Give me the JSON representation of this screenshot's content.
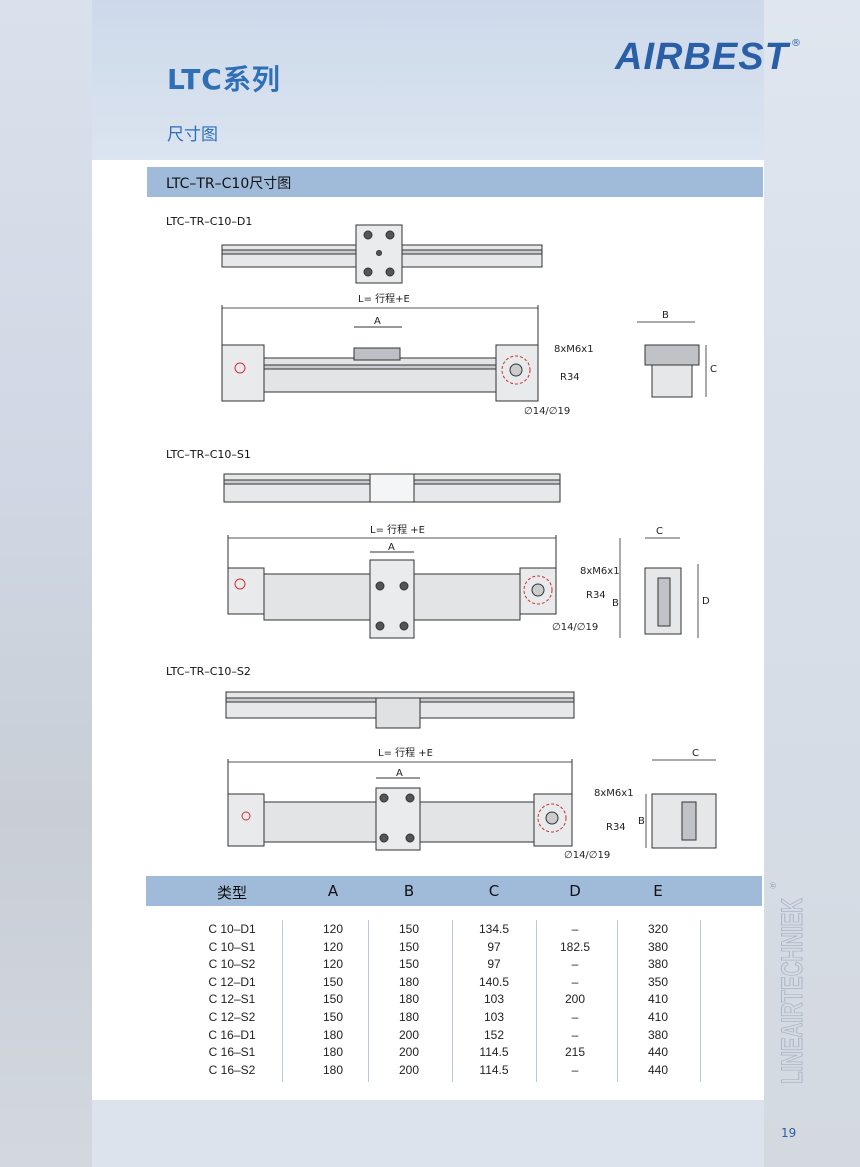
{
  "header": {
    "series_title": "LTC系列",
    "logo": "AIRBEST",
    "logo_mark": "®",
    "subtitle": "尺寸图"
  },
  "section": {
    "title": "LTC–TR–C10尺寸图"
  },
  "drawings": [
    {
      "model": "LTC–TR–C10–D1",
      "length_label": "L= 行程+E",
      "dim_a": "A",
      "bolt": "8xM6x1",
      "radius": "R34",
      "bore": "∅14/∅19",
      "dims_side": [
        "B",
        "C"
      ]
    },
    {
      "model": "LTC–TR–C10–S1",
      "length_label": "L= 行程 +E",
      "dim_a": "A",
      "bolt": "8xM6x1",
      "radius": "R34",
      "bore": "∅14/∅19",
      "dims_side": [
        "C",
        "B",
        "D"
      ]
    },
    {
      "model": "LTC–TR–C10–S2",
      "length_label": "L= 行程 +E",
      "dim_a": "A",
      "bolt": "8xM6x1",
      "radius": "R34",
      "bore": "∅14/∅19",
      "dims_side": [
        "C",
        "B"
      ]
    }
  ],
  "table": {
    "headers": [
      "类型",
      "A",
      "B",
      "C",
      "D",
      "E"
    ],
    "rows": [
      [
        "C 10–D1",
        "120",
        "150",
        "134.5",
        "–",
        "320"
      ],
      [
        "C 10–S1",
        "120",
        "150",
        "97",
        "182.5",
        "380"
      ],
      [
        "C 10–S2",
        "120",
        "150",
        "97",
        "–",
        "380"
      ],
      [
        "C 12–D1",
        "150",
        "180",
        "140.5",
        "–",
        "350"
      ],
      [
        "C 12–S1",
        "150",
        "180",
        "103",
        "200",
        "410"
      ],
      [
        "C 12–S2",
        "150",
        "180",
        "103",
        "–",
        "410"
      ],
      [
        "C 16–D1",
        "180",
        "200",
        "152",
        "–",
        "380"
      ],
      [
        "C 16–S1",
        "180",
        "200",
        "114.5",
        "215",
        "440"
      ],
      [
        "C 16–S2",
        "180",
        "200",
        "114.5",
        "–",
        "440"
      ]
    ]
  },
  "brand_vertical": "LINEAIRTECHNIEK",
  "brand_mark": "®",
  "page_number": "19"
}
